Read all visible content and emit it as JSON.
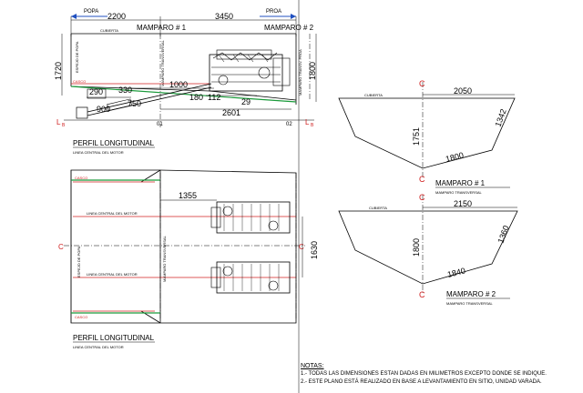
{
  "profile_top": {
    "popa": "POPA",
    "proa": "PROA",
    "d_2200": "2200",
    "d_3450": "3450",
    "mamparo_1": "MAMPARO # 1",
    "mamparo_2": "MAMPARO # 2",
    "cubierta": "CUBIERTA",
    "d_1720": "1720",
    "d_1800": "1800",
    "espejo_popa": "ESPEJO DE POPA",
    "mamparo_transversal": "MAMPARO TRANSVERSAL",
    "mamparo_transv_proa": "MAMPARO TRANSV. PROA",
    "casco": "CASCO",
    "d_1000": "1000",
    "d_290": "290",
    "d_330": "330",
    "d_750": "750",
    "d_900": "900",
    "d_180": "180",
    "d_112": "112",
    "d_29": "29",
    "d_2601": "2601",
    "l_left": "L",
    "l_right": "L",
    "sub_b": "B",
    "t_01": "01",
    "t_02": "02",
    "title": "PERFIL LONGITUDINAL",
    "subtitle": "LINEA CENTRAL DEL MOTOR"
  },
  "plan_bottom": {
    "casco_top": "CASCO",
    "casco_bottom": "CASCO",
    "d_1355": "1355",
    "d_1630": "1630",
    "linea_central_1": "LINEA CENTRAL DEL MOTOR",
    "linea_central_2": "LINEA CENTRAL DEL MOTOR",
    "espejo_popa": "ESPEJO DE POPA",
    "mamparo_transversal": "MAMPARO TRANSVERSAL",
    "c_left": "C",
    "c_right": "C",
    "title": "PERFIL LONGITUDINAL",
    "subtitle": "LINEA CENTRAL DEL MOTOR"
  },
  "section_1": {
    "cubierta": "CUBIERTA",
    "d_2050": "2050",
    "d_1751": "1751",
    "d_1342": "1342",
    "d_1800": "1800",
    "c_top": "C",
    "c_bottom": "C",
    "title": "MAMPARO # 1",
    "subtitle": "MAMPARO TRANSVERSAL"
  },
  "section_2": {
    "cubierta": "CUBIERTA",
    "d_2150": "2150",
    "d_1800": "1800",
    "d_1360": "1360",
    "d_1840": "1840",
    "c_top": "C",
    "c_bottom": "C",
    "title": "MAMPARO # 2",
    "subtitle": "MAMPARO TRANSVERSAL"
  },
  "notes": {
    "title": "NOTAS:",
    "note_1": "1.- TODAS LAS DIMENSIONES ESTAN DADAS EN MILIMETROS EXCEPTO DONDE SE INDIQUE.",
    "note_2": "2.- ESTE PLANO ESTÁ REALIZADO EN BASE A LEVANTAMIENTO EN SITIO, UNIDAD VARADA."
  },
  "colors": {
    "line": "#000000",
    "centerline": "#d02020",
    "hull_green": "#1a9a3a",
    "arrow_blue": "#2050c0"
  }
}
